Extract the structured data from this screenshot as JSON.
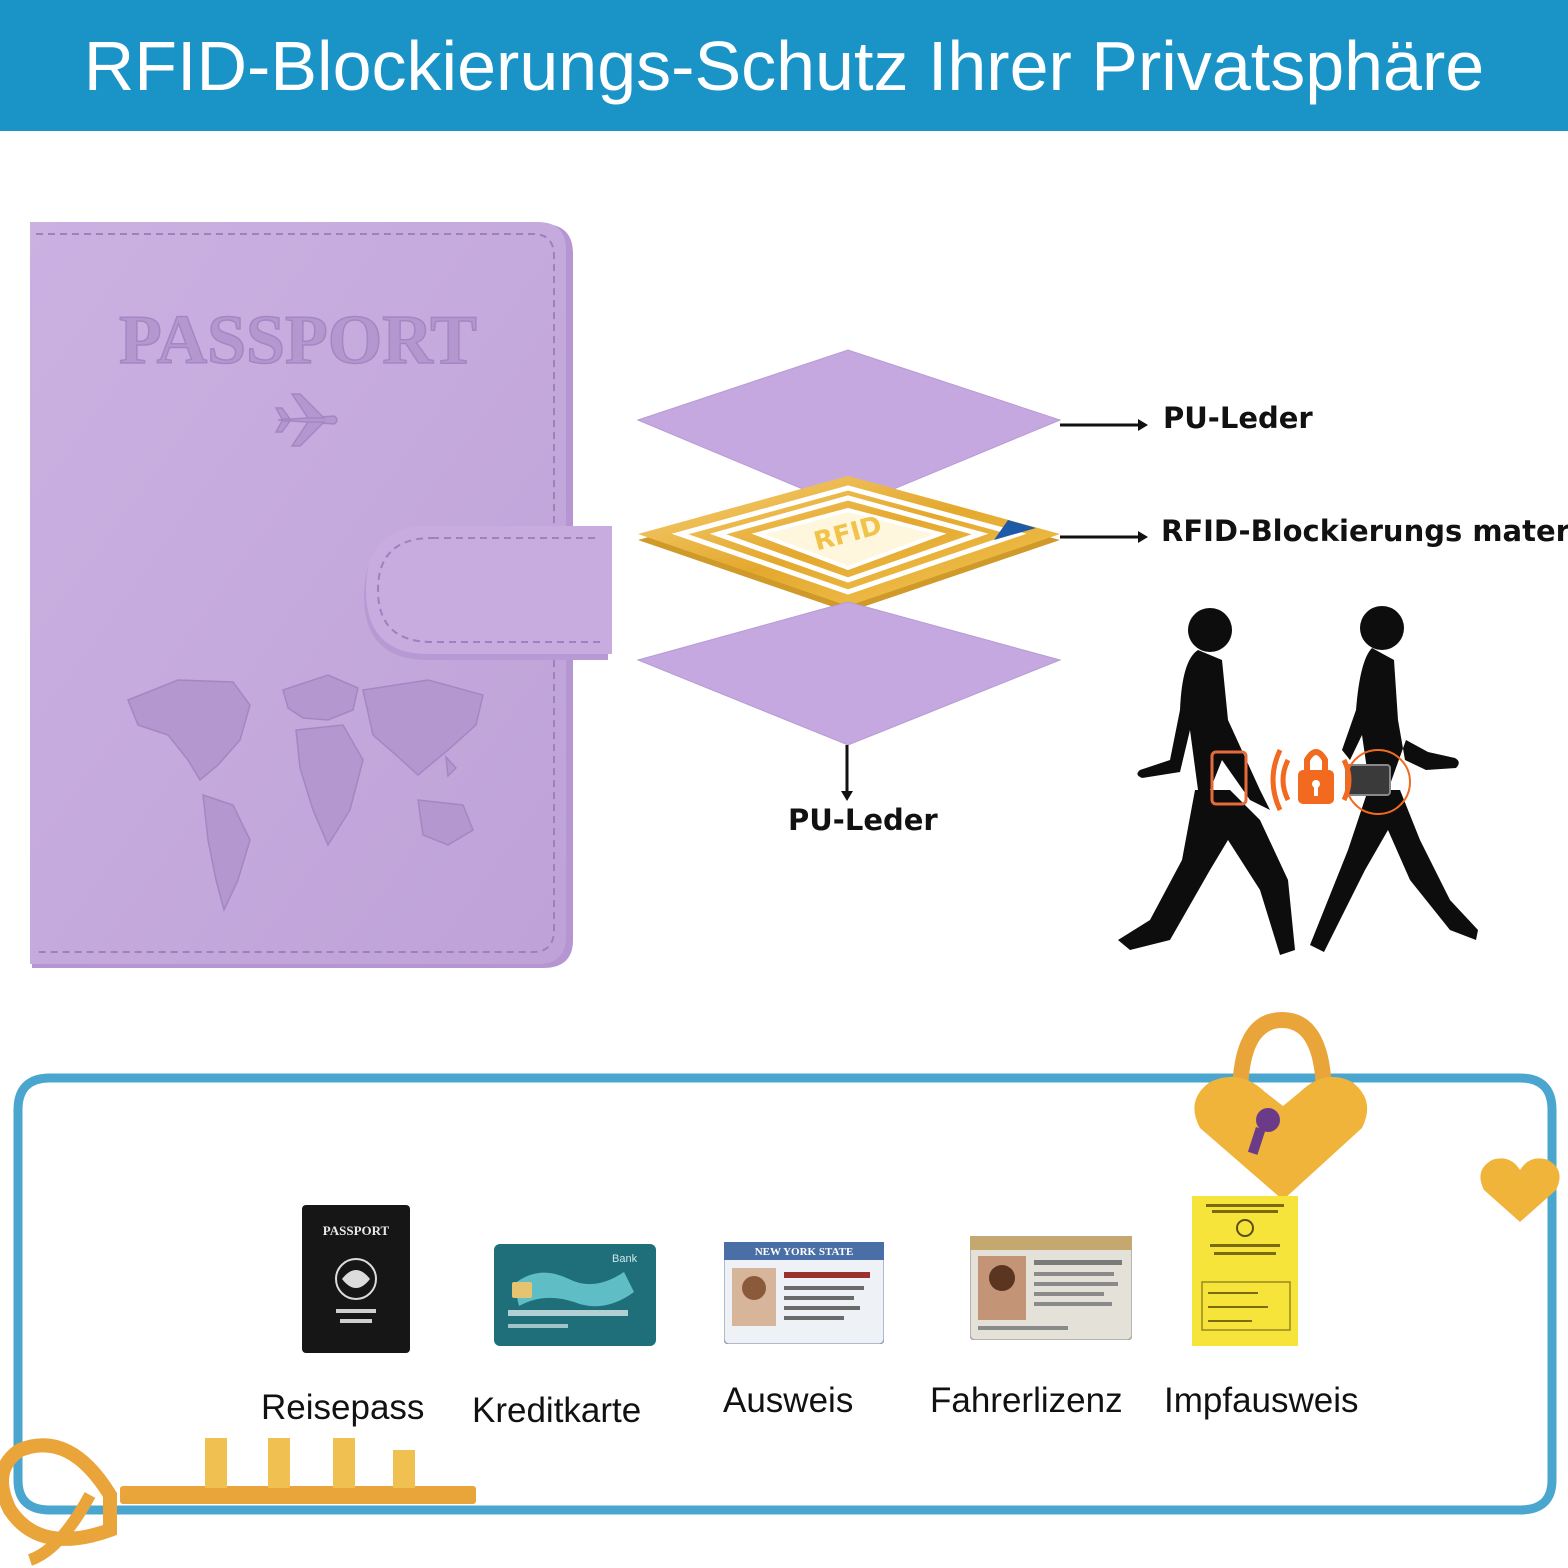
{
  "header": {
    "title": "RFID-Blockierungs-Schutz Ihrer Privatsphäre"
  },
  "passport_cover": {
    "emboss_text": "PASSPORT",
    "color": "#c9aee0"
  },
  "layers": {
    "top_label": "PU-Leder",
    "middle_label": "RFID-Blockierungs material",
    "bottom_label": "PU-Leder",
    "chip_text": "RFID"
  },
  "documents": [
    {
      "label": "Reisepass",
      "cover_text": "PASSPORT",
      "icon": "passport-icon"
    },
    {
      "label": "Kreditkarte",
      "cover_text": "Bank",
      "icon": "credit-card-icon"
    },
    {
      "label": "Ausweis",
      "cover_text": "NEW YORK STATE",
      "icon": "id-card-icon"
    },
    {
      "label": "Fahrerlizenz",
      "cover_text": "",
      "icon": "driver-license-icon"
    },
    {
      "label": "Impfausweis",
      "cover_text": "",
      "icon": "vaccination-card-icon"
    }
  ],
  "colors": {
    "banner": "#1a93c6",
    "frame": "#4aa6cf",
    "leather": "#c9aee0",
    "gold": "#f0b43a",
    "lock_orange": "#f26a1f"
  }
}
